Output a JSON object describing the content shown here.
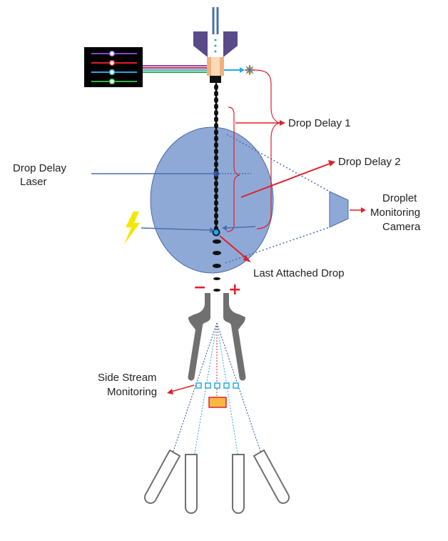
{
  "labels": {
    "drop_delay_1": "Drop Delay 1",
    "drop_delay_2": "Drop Delay 2",
    "drop_delay_laser_line1": "Drop Delay",
    "drop_delay_laser_line2": "Laser",
    "camera_line1": "Droplet",
    "camera_line2": "Monitoring",
    "camera_line3": "Camera",
    "last_attached_drop": "Last Attached Drop",
    "side_stream_line1": "Side Stream",
    "side_stream_line2": "Monitoring",
    "minus_sign": "−",
    "plus_sign": "+"
  },
  "colors": {
    "chamber_fill": "#8fa9d6",
    "chamber_stroke": "#4d6aa8",
    "nozzle_purple": "#5a4a8a",
    "flow_cell": "#f2b07a",
    "plate_gray": "#707070",
    "camera_fill": "#8fa9d6",
    "callout_red": "#e0202a",
    "pointer_blue": "#4a6fb0",
    "stream_blue": "#2aa7e0",
    "sample_box": "#f5b840",
    "lightning": "#f5e700",
    "laser_colors": [
      "#7a4bc8",
      "#e0202a",
      "#2aa7e0",
      "#2db24a"
    ]
  },
  "icons": {
    "laser_module": "laser-module-icon",
    "lightning": "lightning-bolt-icon",
    "sparkle": "sparkle-icon",
    "collection_tube": "test-tube-icon"
  }
}
